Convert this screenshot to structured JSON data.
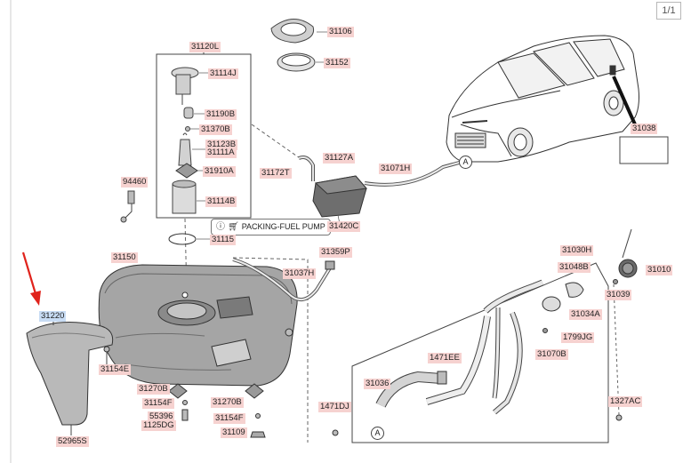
{
  "page_indicator": "1/1",
  "callout": {
    "text": "PACKING-FUEL PUMP",
    "help_icon": "question-circle-icon",
    "cart_icon": "cart-icon"
  },
  "marker_letter": "A",
  "labels": {
    "p31106": "31106",
    "p31152": "31152",
    "p31120L": "31120L",
    "p31114J": "31114J",
    "p31190B": "31190B",
    "p31370B": "31370B",
    "p31123B": "31123B",
    "p31111A": "31111A",
    "p31910A": "31910A",
    "p31114B": "31114B",
    "p31127A": "31127A",
    "p31172T": "31172T",
    "p31071H": "31071H",
    "p31420C": "31420C",
    "p94460": "94460",
    "p31038": "31038",
    "p31115": "31115",
    "p31150": "31150",
    "p31359P": "31359P",
    "p31037H": "31037H",
    "p31030H": "31030H",
    "p31048B": "31048B",
    "p31010": "31010",
    "p31039": "31039",
    "p31034A": "31034A",
    "p1799JG": "1799JG",
    "p31220": "31220",
    "p31154E": "31154E",
    "p1471EE": "1471EE",
    "p31070B": "31070B",
    "p31036": "31036",
    "p31270B_l": "31270B",
    "p31154F_l": "31154F",
    "p55396": "55396",
    "p1125DG": "1125DG",
    "p31270B_r": "31270B",
    "p31154F_r": "31154F",
    "p31109": "31109",
    "p1471DJ": "1471DJ",
    "p1327AC": "1327AC",
    "p52965S": "52965S"
  }
}
